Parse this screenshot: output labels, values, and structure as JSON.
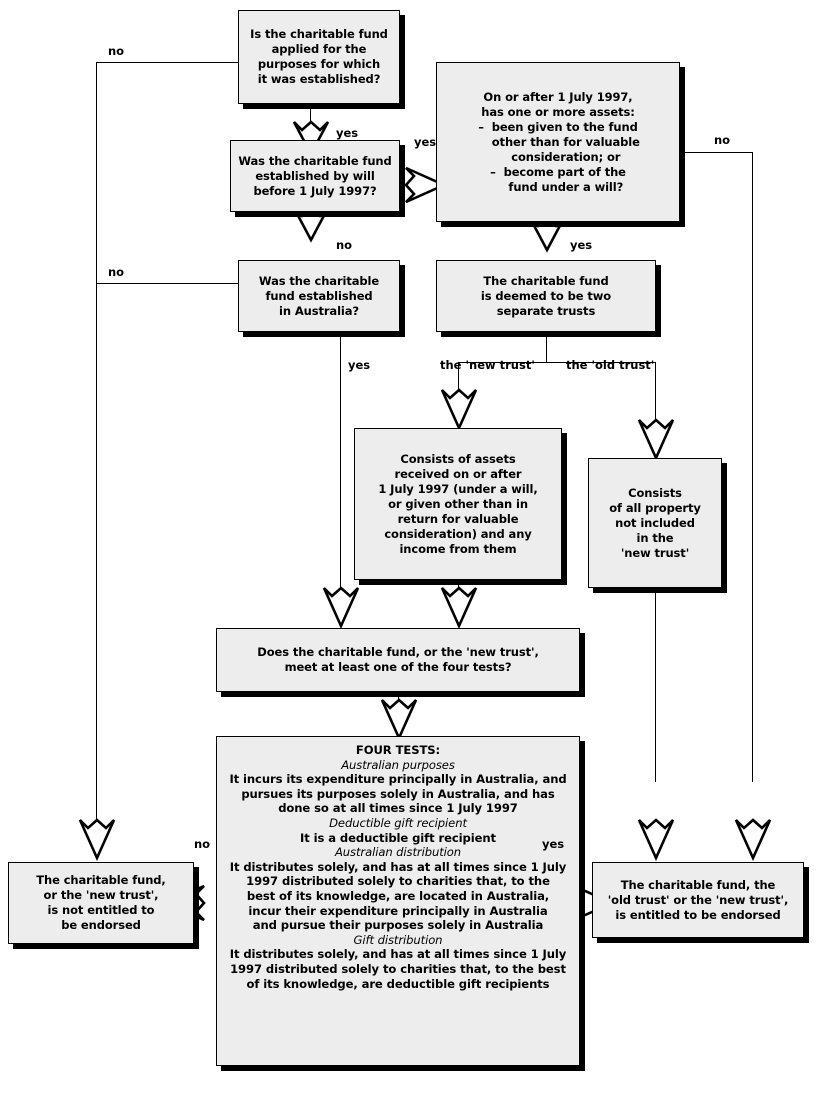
{
  "diagram": {
    "title": "Charitable fund endorsement decision flowchart",
    "accent_fill": "#ededed",
    "stroke": "#000000"
  },
  "nodes": {
    "q1": {
      "id": "q1",
      "lines": [
        "Is the charitable fund",
        "applied for the",
        "purposes for which",
        "it was established?"
      ]
    },
    "q2": {
      "id": "q2",
      "lines": [
        "Was the charitable fund",
        "established by will",
        "before 1 July 1997?"
      ]
    },
    "q3": {
      "id": "q3",
      "lines": [
        "Was the charitable",
        "fund established",
        "in Australia?"
      ]
    },
    "q4": {
      "id": "q4",
      "lines": [
        "On or after 1 July 1997,",
        "has one or more assets:",
        "–  been given to the fund",
        "    other than for valuable",
        "    consideration; or",
        "–  become part of the",
        "    fund under a will?"
      ]
    },
    "deemed": {
      "id": "deemed",
      "lines": [
        "The charitable fund",
        "is deemed to be two",
        "separate trusts"
      ]
    },
    "newtrust": {
      "id": "newtrust",
      "lines": [
        "Consists of assets",
        "received on or after",
        "1 July 1997 (under a will,",
        "or given other than in",
        "return for valuable",
        "consideration) and any",
        "income from them"
      ]
    },
    "oldtrust": {
      "id": "oldtrust",
      "lines": [
        "Consists",
        "of all property",
        "not included",
        "in the",
        "'new trust'"
      ]
    },
    "q5": {
      "id": "q5",
      "lines": [
        "Does the charitable fund, or the 'new trust',",
        "meet at least one of the four tests?"
      ]
    },
    "tests": {
      "id": "tests",
      "heading": "FOUR TESTS:",
      "items": [
        {
          "title": "Australian purposes",
          "body": [
            "It incurs its expenditure principally in Australia, and",
            "pursues its purposes solely in Australia, and has",
            "done so at all times since 1 July 1997"
          ]
        },
        {
          "title": "Deductible gift recipient",
          "body": [
            "It is a deductible gift recipient"
          ]
        },
        {
          "title": "Australian distribution",
          "body": [
            "It distributes solely, and has at all times since 1 July",
            "1997 distributed solely to charities that, to the",
            "best of its knowledge, are located in Australia,",
            "incur their expenditure principally in Australia",
            "and pursue their purposes solely in Australia"
          ]
        },
        {
          "title": "Gift distribution",
          "body": [
            "It distributes solely, and has at all times since 1 July",
            "1997 distributed solely to charities that, to the best",
            "of its knowledge, are deductible gift recipients"
          ]
        }
      ]
    },
    "not_endorsed": {
      "id": "not_endorsed",
      "lines": [
        "The charitable fund,",
        "or the 'new trust',",
        "is not entitled to",
        "be endorsed"
      ]
    },
    "endorsed": {
      "id": "endorsed",
      "lines": [
        "The charitable fund, the",
        "'old trust' or the 'new trust',",
        "is entitled to be endorsed"
      ]
    }
  },
  "edge_labels": {
    "q1_no": "no",
    "q1_yes": "yes",
    "q2_yes": "yes",
    "q2_no": "no",
    "q3_no": "no",
    "q3_yes": "yes",
    "q4_yes": "yes",
    "q4_no": "no",
    "split_new": "the 'new trust'",
    "split_old": "the 'old trust'",
    "tests_no": "no",
    "tests_yes": "yes"
  }
}
